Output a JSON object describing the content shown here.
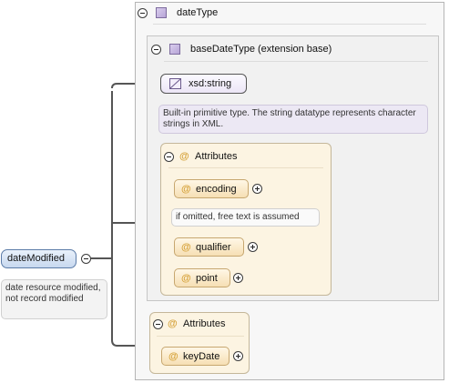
{
  "root_element": {
    "name": "dateModified",
    "doc": "date resource modified, not record modified"
  },
  "date_type": {
    "title": "dateType"
  },
  "base_date_type": {
    "title": "baseDateType (extension base)",
    "xsd_type": "xsd:string",
    "xsd_doc": "Built-in primitive type. The string datatype represents character strings in XML."
  },
  "base_attributes": {
    "title": "Attributes",
    "items": [
      {
        "name": "encoding",
        "doc": "if omitted, free text is assumed"
      },
      {
        "name": "qualifier"
      },
      {
        "name": "point"
      }
    ]
  },
  "date_attributes": {
    "title": "Attributes",
    "items": [
      {
        "name": "keyDate"
      }
    ]
  },
  "icons": {
    "attribute_symbol": "@",
    "collapse": "collapse-toggle-icon",
    "expand": "expand-toggle-icon",
    "complex_type": "complex-type-icon",
    "simple_type": "simple-type-icon"
  },
  "colors": {
    "element_fill": "#c7d8ef",
    "attribute_fill": "#f6dfb4",
    "attribute_group_fill": "#fcf4e2",
    "type_fill": "#ece6f6"
  }
}
